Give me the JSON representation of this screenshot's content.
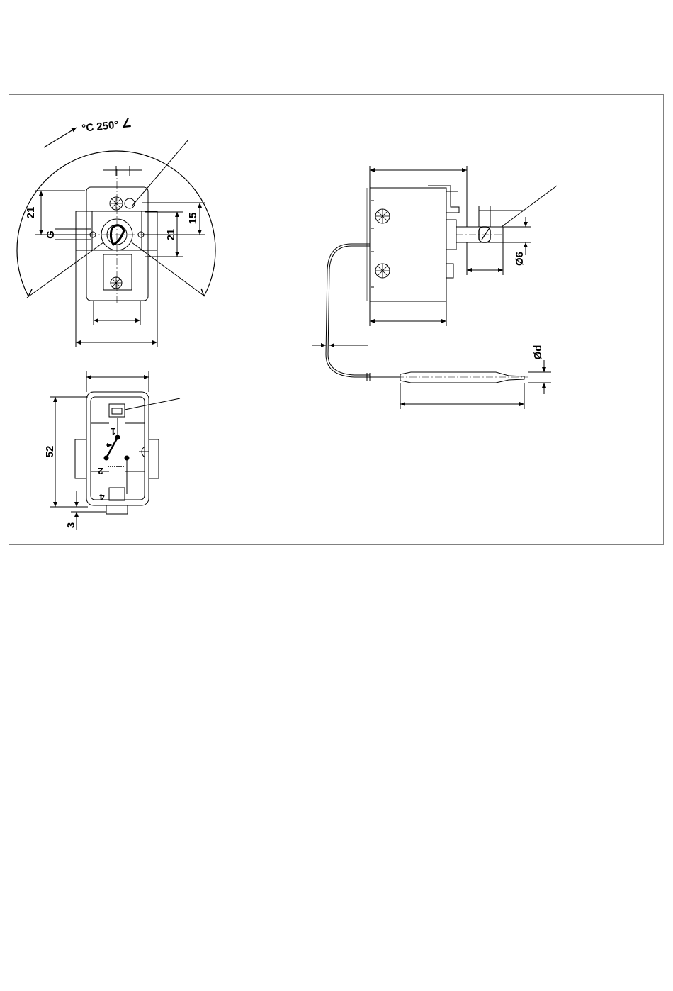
{
  "labels": {
    "temp_range": "°C 250°",
    "angle_symbol": "∠",
    "dim_21_left": "21",
    "dim_g": "G",
    "dim_21_right": "21",
    "dim_15": "15",
    "dim_52": "52",
    "dim_3": "3",
    "dim_d6": "Ø6",
    "dim_dd": "Ød",
    "terminal_1": "1",
    "terminal_2": "2",
    "terminal_4": "4"
  },
  "colors": {
    "line": "#000000",
    "frame": "#808080"
  }
}
